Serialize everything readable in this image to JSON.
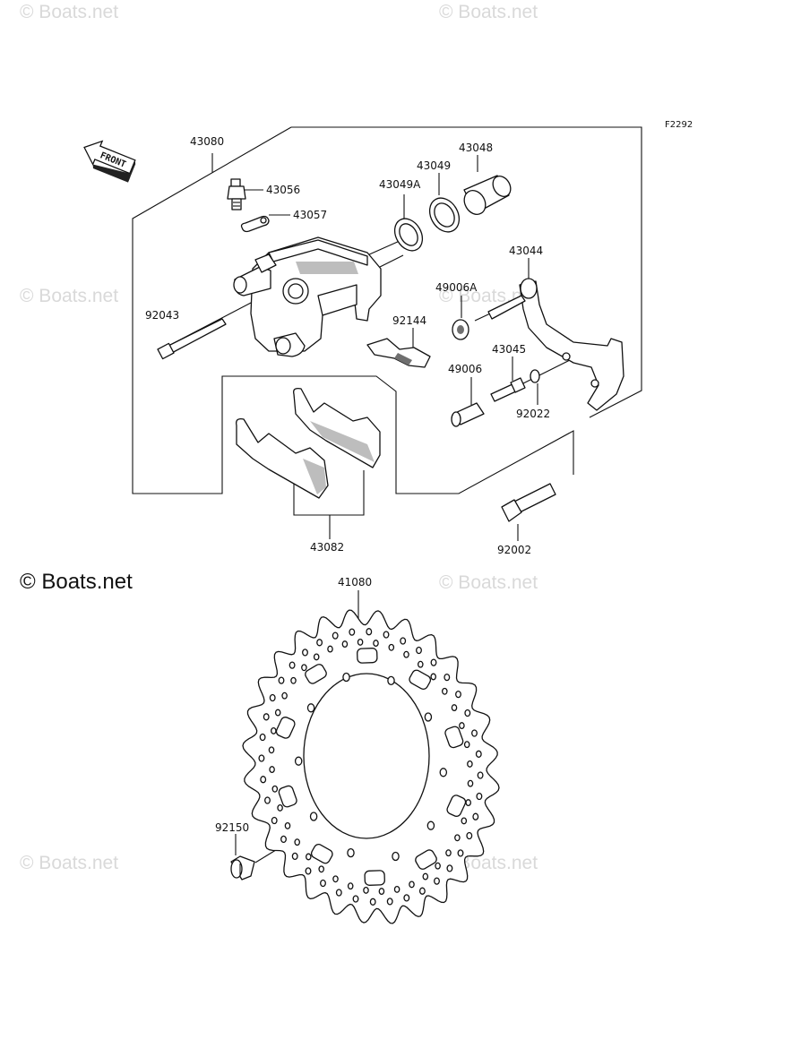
{
  "figure_code": "F2292",
  "watermark": {
    "text": "© Boats.net",
    "prominent": "© Boats.net"
  },
  "front_arrow": {
    "text": "FRONT"
  },
  "part_labels": {
    "p43080": "43080",
    "p43056": "43056",
    "p43057": "43057",
    "p43049A": "43049A",
    "p43049": "43049",
    "p43048": "43048",
    "p43044": "43044",
    "p49006A": "49006A",
    "p92043": "92043",
    "p92144": "92144",
    "p43045": "43045",
    "p49006": "49006",
    "p92022": "92022",
    "p43082": "43082",
    "p92002": "92002",
    "p41080": "41080",
    "p92150": "92150"
  }
}
